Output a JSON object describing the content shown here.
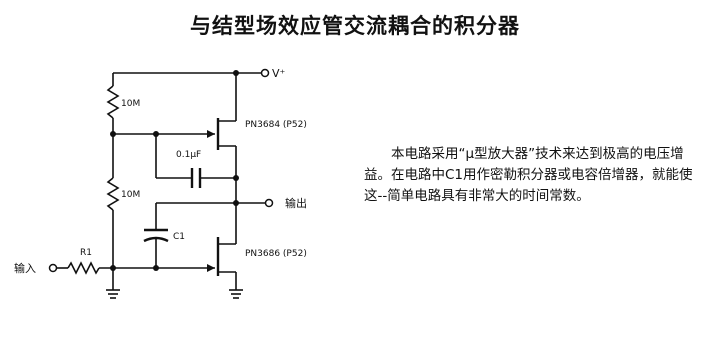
{
  "title": "与结型场效应管交流耦合的积分器",
  "description": "本电路采用“μ型放大器”技术来达到极高的电压增益。在电路中C1用作密勒积分器或电容倍增器，就能使这--简单电路具有非常大的时间常数。",
  "labels": {
    "vplus": "V⁺",
    "r_top": "10M",
    "r_mid": "10M",
    "r1": "R1",
    "cap_01": "0.1μF",
    "c1": "C1",
    "q_top": "PN3684 (P52)",
    "q_bottom": "PN3686 (P52)",
    "input": "输入",
    "output": "输出"
  }
}
